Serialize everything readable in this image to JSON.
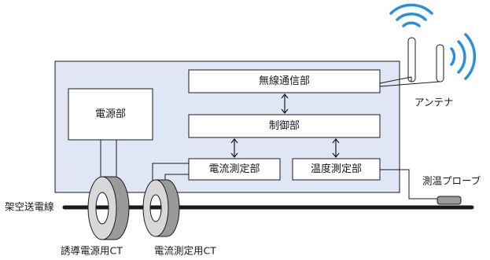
{
  "diagram": {
    "blocks": {
      "power": "電源部",
      "wireless": "無線通信部",
      "control": "制御部",
      "current_measure": "電流測定部",
      "temp_measure": "温度測定部"
    },
    "labels": {
      "antenna": "アンテナ",
      "temp_probe": "測温プローブ",
      "overhead_line": "架空送電線",
      "power_ct": "誘導電源用CT",
      "measure_ct": "電流測定用CT"
    },
    "colors": {
      "enclosure_fill": "#dfe6f5",
      "outline": "#1a1a1a",
      "wave": "#2e8fd8",
      "ct_front": "#d8d8d8",
      "ct_side": "#9a9a9a"
    }
  }
}
